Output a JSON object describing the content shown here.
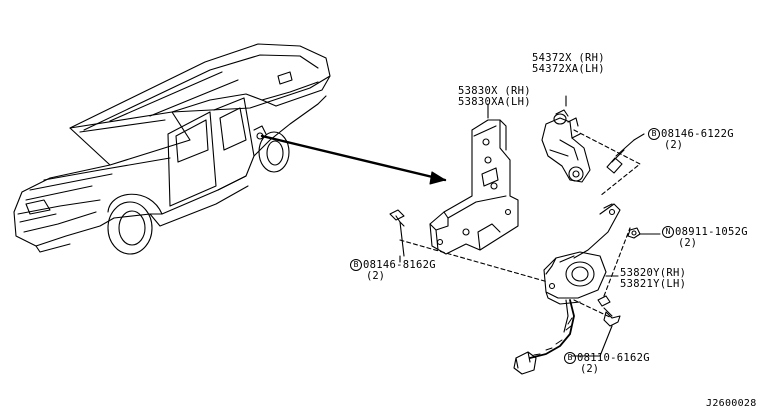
{
  "diagram_id": "J2600028",
  "parts": {
    "headlamp_actuator_rh": "54372X (RH)",
    "headlamp_actuator_lh": "54372XA(LH)",
    "bracket_rh": "53830X (RH)",
    "bracket_lh": "53830XA(LH)",
    "sensor_rh": "53820Y(RH)",
    "sensor_lh": "53821Y(LH)"
  },
  "fasteners": {
    "bolt_upper": {
      "symbol": "B",
      "number": "08146-6122G",
      "qty": "(2)"
    },
    "nut_mid": {
      "symbol": "N",
      "number": "08911-1052G",
      "qty": "(2)"
    },
    "bolt_left": {
      "symbol": "B",
      "number": "08146-8162G",
      "qty": "(2)"
    },
    "bolt_lower": {
      "symbol": "B",
      "number": "08110-6162G",
      "qty": "(2)"
    }
  },
  "colors": {
    "ink": "#000000",
    "background": "#ffffff"
  },
  "icons": [
    "car-outline-icon",
    "bracket-icon",
    "actuator-icon",
    "height-sensor-icon",
    "bolt-icon",
    "nut-icon",
    "connector-icon"
  ]
}
